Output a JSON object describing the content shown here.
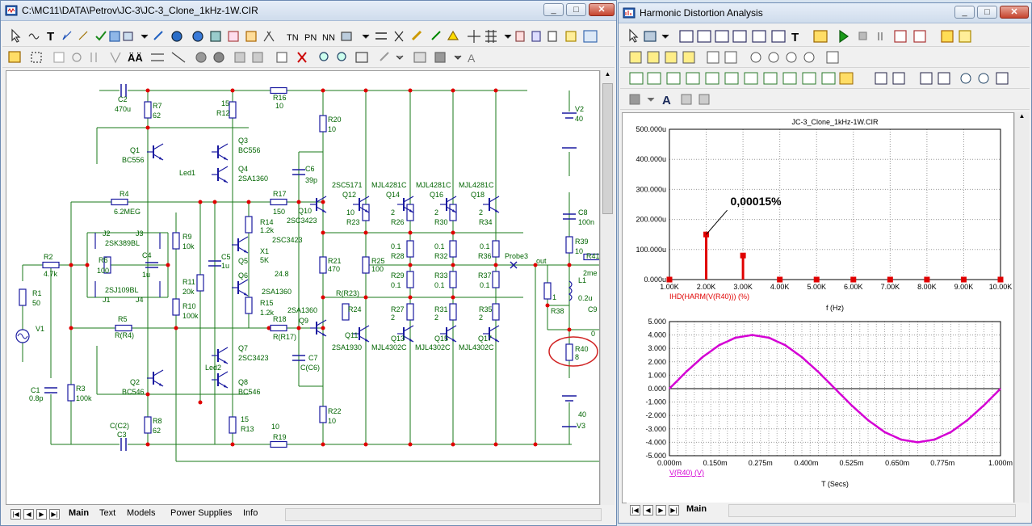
{
  "left_window": {
    "title": "C:\\MC11\\DATA\\Petrov\\JC-3\\JC-3_Clone_1kHz-1W.CIR",
    "tabs": [
      {
        "label": "Main",
        "active": true
      },
      {
        "label": "Text",
        "active": false
      },
      {
        "label": "Models",
        "active": false
      },
      {
        "label": "Power Supplies",
        "active": false
      },
      {
        "label": "Info",
        "active": false
      }
    ]
  },
  "schematic": {
    "components": {
      "C2": {
        "name": "C2",
        "value": "470u"
      },
      "R7": {
        "name": "R7",
        "value": "62"
      },
      "R12": {
        "name": "R12",
        "value": "15"
      },
      "R16": {
        "name": "R16",
        "value": "10"
      },
      "R20": {
        "name": "R20",
        "value": "10"
      },
      "V2": {
        "name": "V2",
        "value": "40"
      },
      "Q1": {
        "name": "Q1",
        "value": "BC556"
      },
      "Q3": {
        "name": "Q3",
        "value": "BC556"
      },
      "Q4": {
        "name": "Q4",
        "value": "2SA1360"
      },
      "Led1": {
        "name": "Led1"
      },
      "C6": {
        "name": "C6",
        "value": "39p"
      },
      "Q12": {
        "name": "Q12",
        "value": "2SC5171"
      },
      "Q14": {
        "name": "Q14",
        "value": "MJL4281C"
      },
      "Q16": {
        "name": "Q16",
        "value": "MJL4281C"
      },
      "Q18": {
        "name": "Q18",
        "value": "MJL4281C"
      },
      "R4": {
        "name": "R4",
        "value": "6.2MEG"
      },
      "R17": {
        "name": "R17",
        "value": "150"
      },
      "Q10": {
        "name": "Q10",
        "value": "2SC3423"
      },
      "R23": {
        "name": "R23",
        "value": "10"
      },
      "R26": {
        "name": "R26",
        "value": "2"
      },
      "R30": {
        "name": "R30",
        "value": "2"
      },
      "R34": {
        "name": "R34",
        "value": "2"
      },
      "C8": {
        "name": "C8",
        "value": "100n"
      },
      "J2": {
        "name": "J2",
        "value": "2SK389BL"
      },
      "J3": {
        "name": "J3"
      },
      "R9": {
        "name": "R9",
        "value": "10k"
      },
      "R14": {
        "name": "R14",
        "value": "1.2k"
      },
      "Q5": {
        "name": "Q5",
        "value": "2SC3423"
      },
      "R2": {
        "name": "R2",
        "value": "4.7k"
      },
      "R6": {
        "name": "R6",
        "value": "100"
      },
      "C4": {
        "name": "C4",
        "value": "1u"
      },
      "C5": {
        "name": "C5",
        "value": "1u"
      },
      "X1": {
        "name": "X1",
        "value": "5K",
        "extra": "24.8"
      },
      "R21": {
        "name": "R21",
        "value": "470"
      },
      "R25": {
        "name": "R25",
        "value": "100"
      },
      "R28": {
        "name": "R28",
        "value": "0.1"
      },
      "R32": {
        "name": "R32",
        "value": "0.1"
      },
      "R36": {
        "name": "R36",
        "value": "0.1"
      },
      "R39": {
        "name": "R39",
        "value": "10"
      },
      "R41": {
        "name": "R41",
        "value": "2me"
      },
      "Probe3": {
        "name": "Probe3"
      },
      "out": {
        "name": "out"
      },
      "R29": {
        "name": "R29",
        "value": "0.1"
      },
      "R33": {
        "name": "R33",
        "value": "0.1"
      },
      "R37": {
        "name": "R37",
        "value": "0.1"
      },
      "L1": {
        "name": "L1",
        "value": "0.2u"
      },
      "R38": {
        "name": "R38",
        "value": "1"
      },
      "C9": {
        "name": "C9",
        "value": "0"
      },
      "R1": {
        "name": "R1",
        "value": "50"
      },
      "J1": {
        "name": "J1",
        "value": "2SJ109BL"
      },
      "J4": {
        "name": "J4"
      },
      "R11": {
        "name": "R11",
        "value": "20k"
      },
      "R10": {
        "name": "R10",
        "value": "100k"
      },
      "Q6": {
        "name": "Q6",
        "value": "2SA1360"
      },
      "R15": {
        "name": "R15",
        "value": "1.2k"
      },
      "R24": {
        "name": "R24",
        "value": "R(R23)"
      },
      "R27": {
        "name": "R27",
        "value": "2"
      },
      "R31": {
        "name": "R31",
        "value": "2"
      },
      "R35": {
        "name": "R35",
        "value": "2"
      },
      "V1": {
        "name": "V1"
      },
      "R5": {
        "name": "R5",
        "value": "R(R4)"
      },
      "R18": {
        "name": "R18",
        "value": "R(R17)"
      },
      "Q9": {
        "name": "Q9",
        "value": "2SA1360"
      },
      "Q11": {
        "name": "Q11",
        "value": "2SA1930"
      },
      "Q13": {
        "name": "Q13",
        "value": "MJL4302C"
      },
      "Q15": {
        "name": "Q15",
        "value": "MJL4302C"
      },
      "Q17": {
        "name": "Q17",
        "value": "MJL4302C"
      },
      "R40": {
        "name": "R40",
        "value": "8"
      },
      "Q7": {
        "name": "Q7",
        "value": "2SC3423"
      },
      "C7": {
        "name": "C7",
        "value": "C(C6)"
      },
      "Led2": {
        "name": "Led2"
      },
      "C1": {
        "name": "C1",
        "value": "0.8p"
      },
      "R3": {
        "name": "R3",
        "value": "100k"
      },
      "Q2": {
        "name": "Q2",
        "value": "BC546"
      },
      "Q8": {
        "name": "Q8",
        "value": "BC546"
      },
      "R8": {
        "name": "R8",
        "value": "62"
      },
      "R13": {
        "name": "R13",
        "value": "15"
      },
      "R19": {
        "name": "R19",
        "value": "10"
      },
      "R22": {
        "name": "R22",
        "value": "10"
      },
      "C3": {
        "name": "C3",
        "value": "C(C2)"
      },
      "V3": {
        "name": "V3",
        "value": "40"
      }
    }
  },
  "right_window": {
    "title": "Harmonic Distortion Analysis",
    "tabs": [
      {
        "label": "Main",
        "active": true
      }
    ]
  },
  "colors": {
    "wire": "#1a7a1a",
    "component": "#1a1aa0",
    "label": "#006400",
    "node": "#e00000",
    "harmonic": "#e00000",
    "sine": "#d400d4",
    "title_text": "#000000",
    "annotation_ring": "#d02020"
  },
  "chart_data": [
    {
      "type": "bar",
      "title": "JC-3_Clone_1kHz-1W.CIR",
      "xlabel": "f (Hz)",
      "series_label": "IHD(HARM(V(R40))) (%)",
      "x_tick_labels": [
        "1.00K",
        "2.00K",
        "3.00K",
        "4.00K",
        "5.00K",
        "6.00K",
        "7.00K",
        "8.00K",
        "9.00K",
        "10.00K"
      ],
      "y_tick_labels": [
        "0.000u",
        "100.000u",
        "200.000u",
        "300.000u",
        "400.000u",
        "500.000u"
      ],
      "xlim": [
        1000,
        10000
      ],
      "ylim": [
        0,
        0.0005
      ],
      "x": [
        1000,
        2000,
        3000,
        4000,
        5000,
        6000,
        7000,
        8000,
        9000,
        10000
      ],
      "values": [
        0.0,
        0.00015,
        8e-05,
        0.0,
        0.0,
        0.0,
        0.0,
        0.0,
        0.0,
        0.0
      ],
      "annotation": "0,00015%",
      "grid": true
    },
    {
      "type": "line",
      "xlabel": "T (Secs)",
      "series_label": "V(R40) (V)",
      "x_tick_labels": [
        "0.000m",
        "0.150m",
        "0.275m",
        "0.400m",
        "0.525m",
        "0.650m",
        "0.775m",
        "1.000m"
      ],
      "x_tick_values": [
        0.0,
        0.000138,
        0.000275,
        0.000413,
        0.00055,
        0.000688,
        0.000825,
        0.001
      ],
      "y_tick_labels": [
        "-5.000",
        "-4.000",
        "-3.000",
        "-2.000",
        "-1.000",
        "0.000",
        "1.000",
        "2.000",
        "3.000",
        "4.000",
        "5.000"
      ],
      "xlim": [
        0,
        0.001
      ],
      "ylim": [
        -5,
        5
      ],
      "x": [
        0,
        5e-05,
        0.0001,
        0.00015,
        0.0002,
        0.00025,
        0.0003,
        0.00035,
        0.0004,
        0.00045,
        0.0005,
        0.00055,
        0.0006,
        0.00065,
        0.0007,
        0.00075,
        0.0008,
        0.00085,
        0.0009,
        0.00095,
        0.001
      ],
      "y": [
        0,
        1.24,
        2.35,
        3.24,
        3.8,
        4.0,
        3.8,
        3.24,
        2.35,
        1.24,
        0,
        -1.24,
        -2.35,
        -3.24,
        -3.8,
        -4.0,
        -3.8,
        -3.24,
        -2.35,
        -1.24,
        0
      ],
      "grid": true
    }
  ]
}
